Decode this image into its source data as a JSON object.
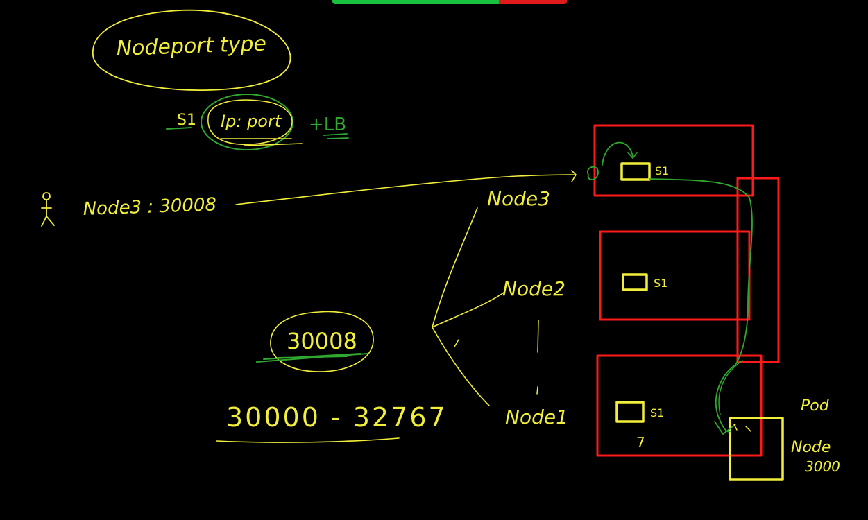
{
  "toolbar": {
    "colors": {
      "left": "#18c23f",
      "right": "#e01b1b"
    }
  },
  "colors": {
    "yellow": "#f2ef3a",
    "green": "#2fa82f",
    "red": "#ff1a1a",
    "background": "#000000"
  },
  "labels": {
    "title": "Nodeport type",
    "service": "S1",
    "ip_port": "Ip: port",
    "plus_lb": "+LB",
    "user_access": "Node3 : 30008",
    "port_value": "30008",
    "port_range": "30000 - 32767",
    "node3": "Node3",
    "node2": "Node2",
    "node1": "Node1",
    "s1_top": "S1",
    "s1_mid": "S1",
    "s1_bottom": "S1",
    "pod": "Pod",
    "node": "Node",
    "node_port": "3000",
    "mark_seven": "7"
  },
  "icons": {
    "user": "stick-figure-icon"
  }
}
